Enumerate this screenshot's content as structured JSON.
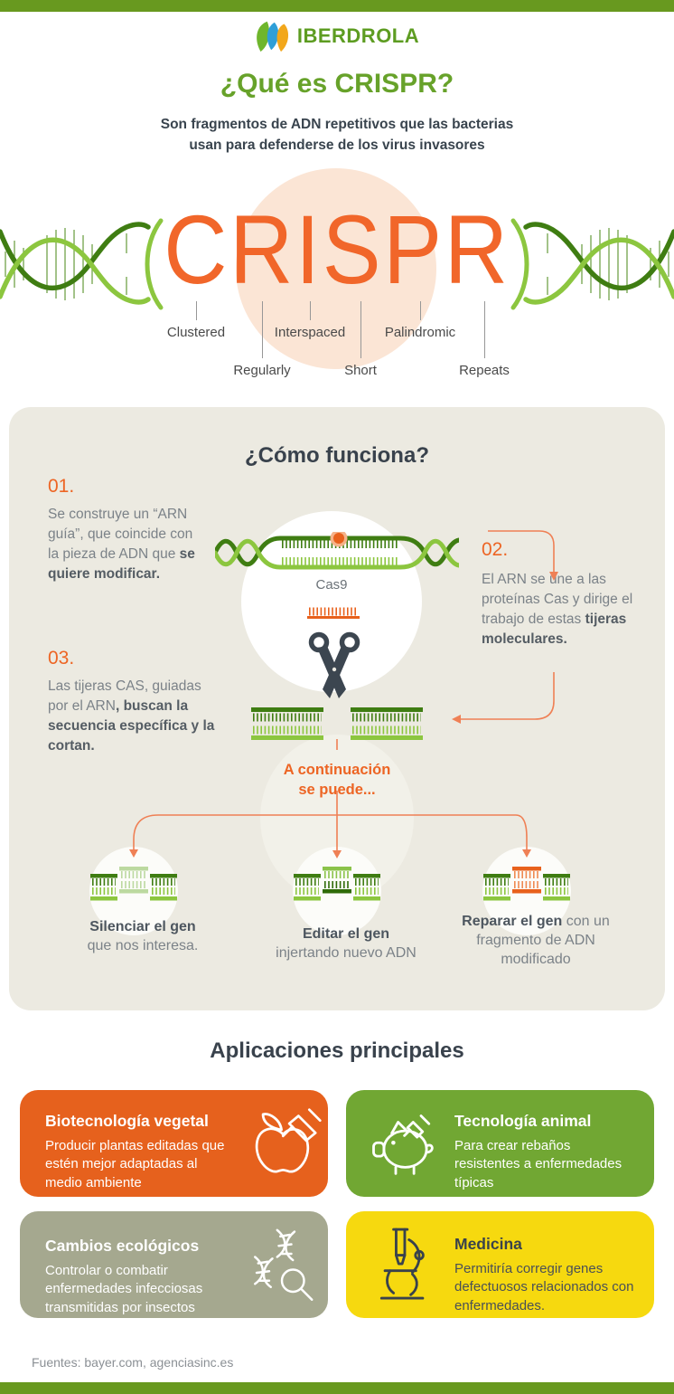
{
  "brand": {
    "name": "IBERDROLA"
  },
  "intro": {
    "title": "¿Qué es CRISPR?",
    "subtitle_line1": "Son fragmentos de ADN repetitivos que las bacterias",
    "subtitle_line2": "usan para defenderse de los virus invasores"
  },
  "hero": {
    "acronym": "CRISPR",
    "words": [
      {
        "label": "Clustered"
      },
      {
        "label": "Regularly"
      },
      {
        "label": "Interspaced"
      },
      {
        "label": "Short"
      },
      {
        "label": "Palindromic"
      },
      {
        "label": "Repeats"
      }
    ]
  },
  "how": {
    "title": "¿Cómo funciona?",
    "cas_label": "Cas9",
    "steps": [
      {
        "number": "01.",
        "regular": "Se construye un “ARN guía”, que coincide con la pieza de ADN que ",
        "bold": "se quiere modificar."
      },
      {
        "number": "02.",
        "regular": "El ARN se une a las proteínas Cas y dirige el trabajo de estas ",
        "bold": "tijeras moleculares."
      },
      {
        "number": "03.",
        "regular": "Las tijeras CAS, guiadas por el ARN",
        "bold": ", buscan la secuencia específica y la cortan."
      }
    ],
    "next_line1": "A continuación",
    "next_line2": "se puede...",
    "outcomes": [
      {
        "bold": "Silenciar el gen",
        "rest": "que nos interesa."
      },
      {
        "bold": "Editar el gen",
        "rest": "injertando nuevo ADN"
      },
      {
        "bold": "Reparar el gen",
        "rest": "con un fragmento de ADN modificado"
      }
    ]
  },
  "applications": {
    "title": "Aplicaciones principales",
    "cards": [
      {
        "title": "Biotecnología vegetal",
        "description": "Producir plantas editadas que estén mejor adaptadas al medio ambiente",
        "icon": "apple-syringe-icon",
        "color": "#e6611d"
      },
      {
        "title": "Tecnología animal",
        "description": "Para crear rebaños resistentes a enfermedades típicas",
        "icon": "pig-syringe-icon",
        "color": "#71a733"
      },
      {
        "title": "Cambios ecológicos",
        "description": "Controlar o combatir enfermedades infecciosas transmitidas por insectos",
        "icon": "dna-magnifier-icon",
        "color": "#a5a88f"
      },
      {
        "title": "Medicina",
        "description": "Permitiría corregir genes defectuosos relacionados con enfermedades.",
        "icon": "microscope-icon",
        "color": "#f6d90f"
      }
    ]
  },
  "footer": {
    "sources": "Fuentes: bayer.com, agenciasinc.es"
  },
  "colors": {
    "accent_orange": "#e8611c",
    "arrow_orange": "#ef8055",
    "dark_green": "#3f7d12",
    "light_green": "#8cc63f",
    "pale_green_insert": "#bcd9a0",
    "brand_green": "#67a22a",
    "navy": "#39424c",
    "panel_bg": "#eceae1",
    "peach": "#fbe5d5",
    "bar_green": "#68991f"
  }
}
